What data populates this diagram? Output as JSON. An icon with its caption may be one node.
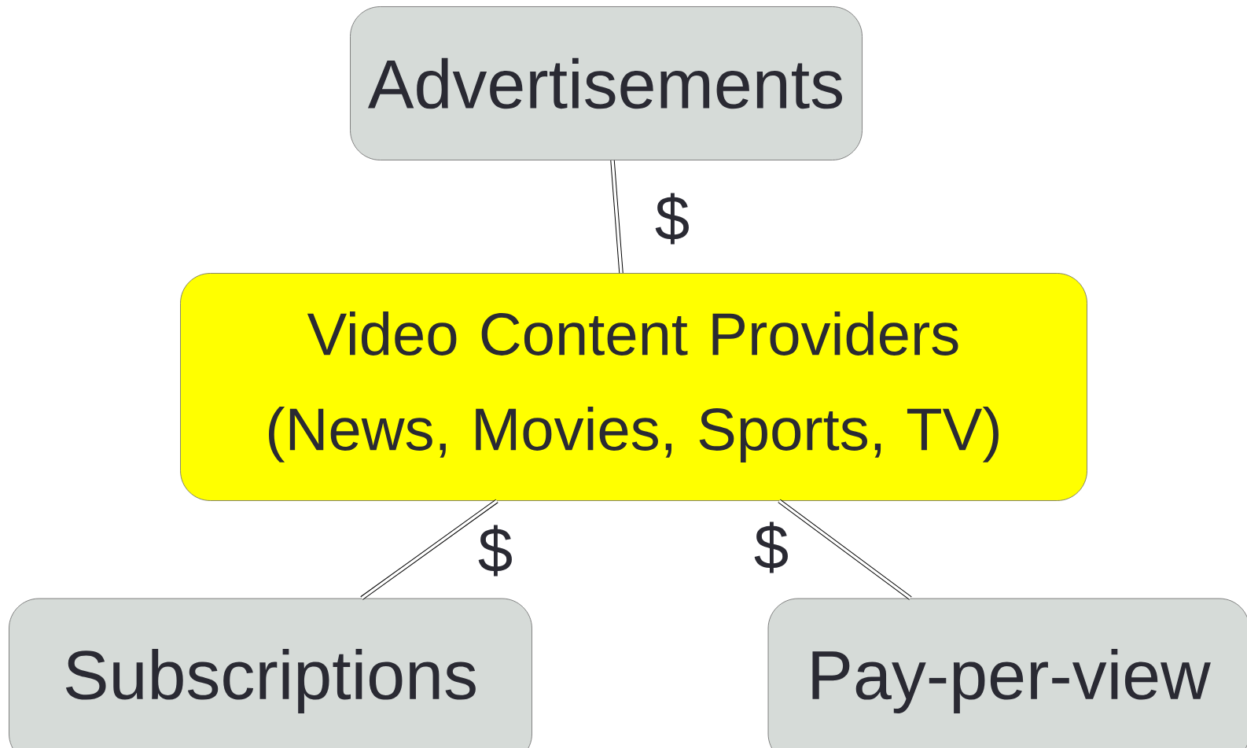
{
  "diagram": {
    "nodes": [
      {
        "text": [
          "Advertisements"
        ]
      },
      {
        "text": [
          "Video Content Providers (News, Movies, Sports, TV)"
        ]
      },
      {
        "text": [
          "Subscriptions"
        ]
      },
      {
        "text": [
          "Pay-per-view"
        ]
      }
    ],
    "edges": [
      {
        "from": 0,
        "to": 1,
        "arrow": "none",
        "label": "$"
      },
      {
        "from": 2,
        "to": 1,
        "arrow": "none",
        "label": "$"
      },
      {
        "from": 3,
        "to": 1,
        "arrow": "none",
        "label": "$"
      }
    ]
  }
}
